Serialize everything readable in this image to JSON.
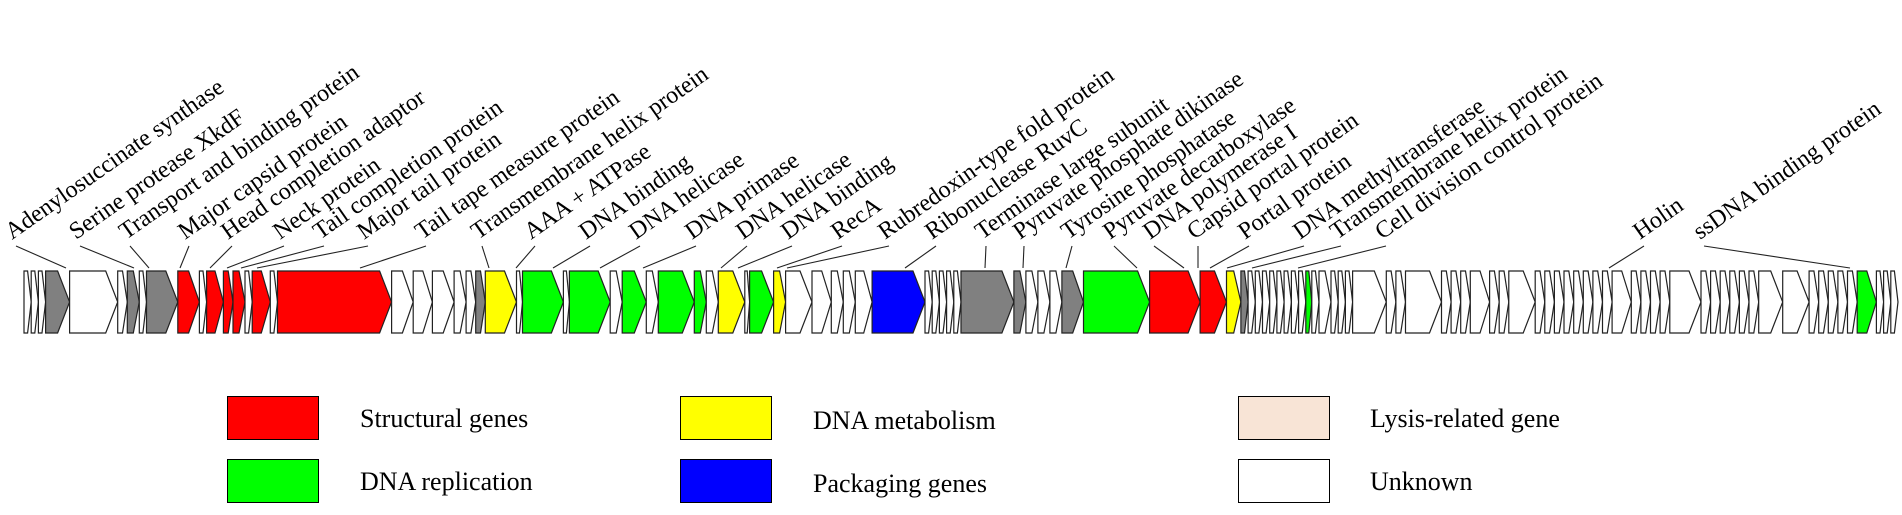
{
  "colors": {
    "structural": "#ff0000",
    "dna_replication": "#00ff00",
    "dna_metabolism": "#ffff00",
    "packaging": "#0000ff",
    "lysis": "#f8e4d6",
    "unknown": "#ffffff",
    "gray": "#808080"
  },
  "labels": [
    "Adenylosuccinate synthase",
    "Serine protease XkdF",
    "Transport and binding protein",
    "Major capsid protein",
    "Head completion adaptor",
    "Neck protein",
    "Tail completion protein",
    "Major tail protein",
    "Tail tape measure protein",
    "Transmembrane helix protein",
    "AAA + ATPase",
    "DNA binding",
    "DNA helicase",
    "DNA primase",
    "DNA helicase",
    "DNA binding",
    "RecA",
    "Rubredoxin-type fold protein",
    "Ribonuclease RuvC",
    "Terminase large subunit",
    "Pyruvate phosphate dikinase",
    "Tyrosine phosphatase",
    "Pyruvate decarboxylase",
    "DNA polymerase I",
    "Capsid portal protein",
    "Portal protein",
    "DNA methyltransferase",
    "Transmembrane helix protein",
    "Cell division control protein",
    "Holin",
    "ssDNA binding protein"
  ],
  "genes": [
    {
      "cat": "unknown",
      "len": 6
    },
    {
      "cat": "unknown",
      "len": 6
    },
    {
      "cat": "unknown",
      "len": 6
    },
    {
      "cat": "gray",
      "len": 20
    },
    {
      "cat": "unknown",
      "len": 40
    },
    {
      "cat": "unknown",
      "len": 8
    },
    {
      "cat": "gray",
      "len": 10
    },
    {
      "cat": "unknown",
      "len": 6
    },
    {
      "cat": "gray",
      "len": 26
    },
    {
      "cat": "structural",
      "len": 18
    },
    {
      "cat": "unknown",
      "len": 6
    },
    {
      "cat": "structural",
      "len": 14
    },
    {
      "cat": "structural",
      "len": 8
    },
    {
      "cat": "structural",
      "len": 10
    },
    {
      "cat": "unknown",
      "len": 6
    },
    {
      "cat": "structural",
      "len": 15
    },
    {
      "cat": "unknown",
      "len": 6
    },
    {
      "cat": "structural",
      "len": 95
    },
    {
      "cat": "unknown",
      "len": 18
    },
    {
      "cat": "unknown",
      "len": 16
    },
    {
      "cat": "unknown",
      "len": 18
    },
    {
      "cat": "unknown",
      "len": 10
    },
    {
      "cat": "unknown",
      "len": 8
    },
    {
      "cat": "gray",
      "len": 8
    },
    {
      "cat": "dna_metabolism",
      "len": 26
    },
    {
      "cat": "unknown",
      "len": 5
    },
    {
      "cat": "dna_replication",
      "len": 34
    },
    {
      "cat": "unknown",
      "len": 5
    },
    {
      "cat": "dna_replication",
      "len": 34
    },
    {
      "cat": "unknown",
      "len": 10
    },
    {
      "cat": "dna_replication",
      "len": 20
    },
    {
      "cat": "unknown",
      "len": 10
    },
    {
      "cat": "dna_replication",
      "len": 30
    },
    {
      "cat": "dna_replication",
      "len": 10
    },
    {
      "cat": "unknown",
      "len": 10
    },
    {
      "cat": "dna_metabolism",
      "len": 22
    },
    {
      "cat": "unknown",
      "len": 4
    },
    {
      "cat": "dna_replication",
      "len": 20
    },
    {
      "cat": "dna_metabolism",
      "len": 10
    },
    {
      "cat": "unknown",
      "len": 22
    },
    {
      "cat": "unknown",
      "len": 16
    },
    {
      "cat": "unknown",
      "len": 10
    },
    {
      "cat": "unknown",
      "len": 10
    },
    {
      "cat": "unknown",
      "len": 14
    },
    {
      "cat": "packaging",
      "len": 44
    },
    {
      "cat": "unknown",
      "len": 6
    },
    {
      "cat": "unknown",
      "len": 6
    },
    {
      "cat": "unknown",
      "len": 6
    },
    {
      "cat": "unknown",
      "len": 6
    },
    {
      "cat": "unknown",
      "len": 6
    },
    {
      "cat": "gray",
      "len": 44
    },
    {
      "cat": "gray",
      "len": 10
    },
    {
      "cat": "unknown",
      "len": 10
    },
    {
      "cat": "unknown",
      "len": 10
    },
    {
      "cat": "unknown",
      "len": 10
    },
    {
      "cat": "gray",
      "len": 18
    },
    {
      "cat": "dna_replication",
      "len": 55
    },
    {
      "cat": "structural",
      "len": 42
    },
    {
      "cat": "structural",
      "len": 22
    },
    {
      "cat": "dna_metabolism",
      "len": 12
    },
    {
      "cat": "gray",
      "len": 6
    },
    {
      "cat": "unknown",
      "len": 6
    },
    {
      "cat": "unknown",
      "len": 6
    },
    {
      "cat": "unknown",
      "len": 6
    },
    {
      "cat": "unknown",
      "len": 6
    },
    {
      "cat": "unknown",
      "len": 6
    },
    {
      "cat": "unknown",
      "len": 6
    },
    {
      "cat": "unknown",
      "len": 6
    },
    {
      "cat": "unknown",
      "len": 6
    },
    {
      "cat": "dna_replication",
      "len": 5
    },
    {
      "cat": "unknown",
      "len": 6
    },
    {
      "cat": "unknown",
      "len": 10
    },
    {
      "cat": "unknown",
      "len": 6
    },
    {
      "cat": "unknown",
      "len": 6
    },
    {
      "cat": "unknown",
      "len": 6
    },
    {
      "cat": "unknown",
      "len": 28
    },
    {
      "cat": "unknown",
      "len": 8
    },
    {
      "cat": "unknown",
      "len": 8
    },
    {
      "cat": "unknown",
      "len": 30
    },
    {
      "cat": "unknown",
      "len": 8
    },
    {
      "cat": "unknown",
      "len": 8
    },
    {
      "cat": "unknown",
      "len": 8
    },
    {
      "cat": "unknown",
      "len": 16
    },
    {
      "cat": "unknown",
      "len": 8
    },
    {
      "cat": "unknown",
      "len": 8
    },
    {
      "cat": "unknown",
      "len": 22
    },
    {
      "cat": "unknown",
      "len": 8
    },
    {
      "cat": "unknown",
      "len": 8
    },
    {
      "cat": "unknown",
      "len": 8
    },
    {
      "cat": "unknown",
      "len": 8
    },
    {
      "cat": "unknown",
      "len": 8
    },
    {
      "cat": "unknown",
      "len": 8
    },
    {
      "cat": "unknown",
      "len": 8
    },
    {
      "cat": "unknown",
      "len": 8
    },
    {
      "cat": "unknown",
      "len": 16
    },
    {
      "cat": "unknown",
      "len": 8
    },
    {
      "cat": "unknown",
      "len": 8
    },
    {
      "cat": "unknown",
      "len": 8
    },
    {
      "cat": "unknown",
      "len": 8
    },
    {
      "cat": "unknown",
      "len": 26
    },
    {
      "cat": "unknown",
      "len": 8
    },
    {
      "cat": "unknown",
      "len": 8
    },
    {
      "cat": "unknown",
      "len": 8
    },
    {
      "cat": "unknown",
      "len": 8
    },
    {
      "cat": "unknown",
      "len": 8
    },
    {
      "cat": "unknown",
      "len": 8
    },
    {
      "cat": "unknown",
      "len": 20
    },
    {
      "cat": "unknown",
      "len": 22
    },
    {
      "cat": "unknown",
      "len": 8
    },
    {
      "cat": "unknown",
      "len": 8
    },
    {
      "cat": "unknown",
      "len": 8
    },
    {
      "cat": "unknown",
      "len": 8
    },
    {
      "cat": "unknown",
      "len": 8
    },
    {
      "cat": "dna_replication",
      "len": 16
    },
    {
      "cat": "unknown",
      "len": 6
    },
    {
      "cat": "unknown",
      "len": 6
    },
    {
      "cat": "unknown",
      "len": 6
    }
  ],
  "legend": {
    "structural": "Structural genes",
    "dna_replication": "DNA replication",
    "dna_metabolism": "DNA metabolism",
    "packaging": "Packaging genes",
    "lysis": "Lysis-related gene",
    "unknown": "Unknown"
  }
}
